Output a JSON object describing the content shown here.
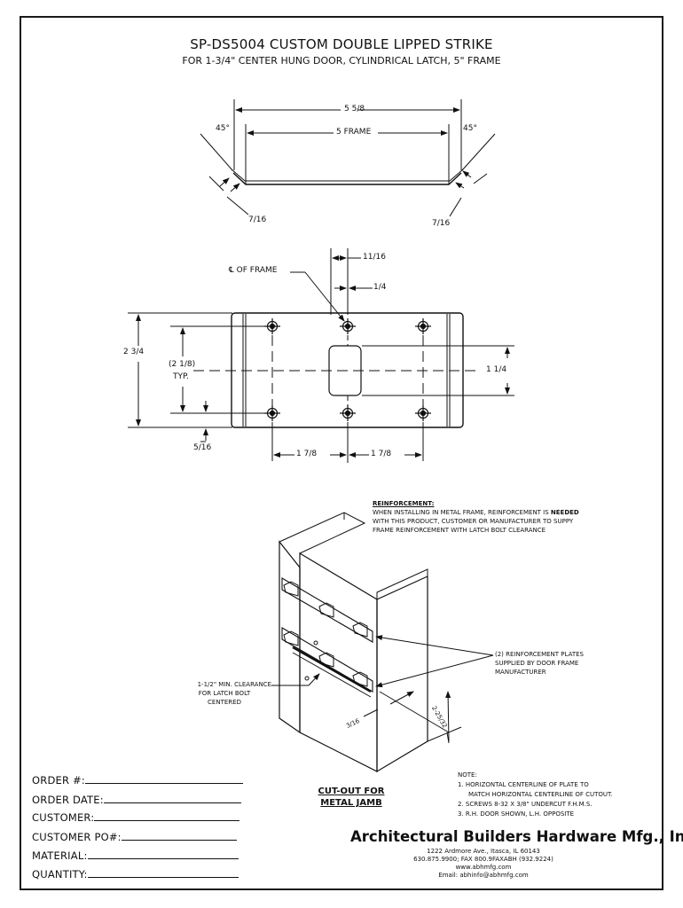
{
  "drawing": {
    "title": "SP-DS5004 CUSTOM DOUBLE LIPPED STRIKE",
    "subtitle": "FOR 1-3/4\" CENTER HUNG DOOR, CYLINDRICAL LATCH, 5\" FRAME"
  },
  "profile_view": {
    "overall_width": "5 5/8",
    "frame_width": "5 FRAME",
    "left_angle": "45°",
    "right_angle": "45°",
    "left_lip": "7/16",
    "right_lip": "7/16"
  },
  "plan_view": {
    "centerline_label": "℄ OF FRAME",
    "dim_top_wide": "11/16",
    "dim_top_narrow": "1/4",
    "height": "2 3/4",
    "hole_spacing": "(2 1/8)",
    "hole_spacing_note": "TYP.",
    "cutout_height": "1 1/4",
    "edge_offset": "5/16",
    "left_spacing": "1 7/8",
    "right_spacing": "1 7/8"
  },
  "reinforcement": {
    "heading": "REINFORCEMENT:",
    "lines": [
      "WHEN INSTALLING IN METAL FRAME, REINFORCEMENT IS",
      "NEEDED",
      "WITH THIS PRODUCT, CUSTOMER OR MANUFACTURER TO SUPPY",
      "FRAME REINFORCEMENT WITH LATCH BOLT CLEARANCE"
    ]
  },
  "isometric": {
    "plates_note": [
      "(2) REINFORCEMENT PLATES",
      "SUPPLIED BY DOOR FRAME",
      "MANUFACTURER"
    ],
    "clearance_note": [
      "1-1/2\" MIN. CLEARANCE",
      "FOR LATCH BOLT",
      "CENTERED"
    ],
    "dim_diag": "2-25/32",
    "dim_small": "3/16"
  },
  "order_form": {
    "fields": [
      "ORDER #:",
      "ORDER DATE:",
      "CUSTOMER:",
      "CUSTOMER PO#:",
      "MATERIAL:",
      "QUANTITY:"
    ]
  },
  "cutout_label": [
    "CUT-OUT FOR",
    "METAL JAMB"
  ],
  "notes": {
    "heading": "NOTE:",
    "items": [
      "1. HORIZONTAL CENTERLINE OF PLATE TO",
      "MATCH HORIZONTAL CENTERLINE OF CUTOUT.",
      "2. SCREWS 8-32 X 3/8\" UNDERCUT F.H.M.S.",
      "3. R.H. DOOR SHOWN, L.H. OPPOSITE"
    ]
  },
  "company": {
    "name": "Architectural Builders Hardware Mfg., Inc.",
    "address": "1222 Ardmore Ave., Itasca, IL 60143",
    "phone": "630.875.9900; FAX 800.9FAXABH (932.9224)",
    "web": "www.abhmfg.com",
    "email": "Email: abhinfo@abhmfg.com"
  }
}
